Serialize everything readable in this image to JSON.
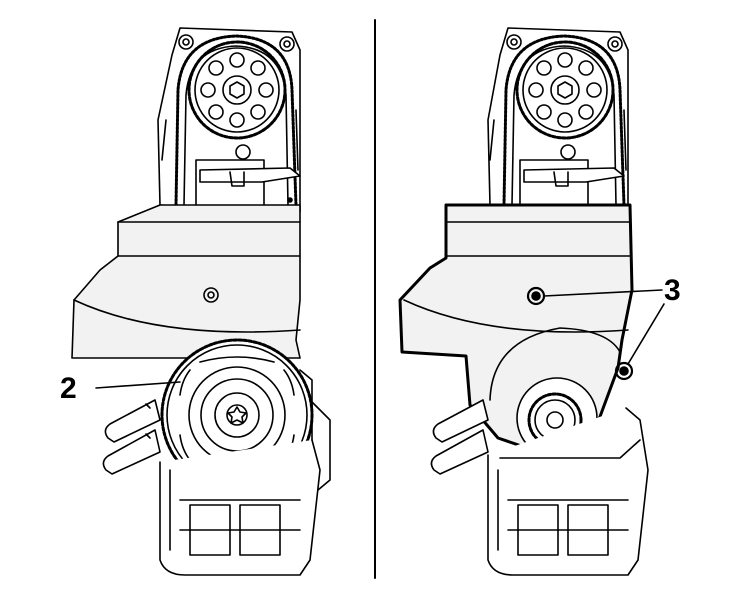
{
  "figure": {
    "callouts": [
      {
        "id": "2",
        "text": "2"
      },
      {
        "id": "3",
        "text": "3"
      }
    ],
    "colors": {
      "line": "#000000",
      "background": "#ffffff",
      "shade": "#f2f2f2"
    }
  }
}
